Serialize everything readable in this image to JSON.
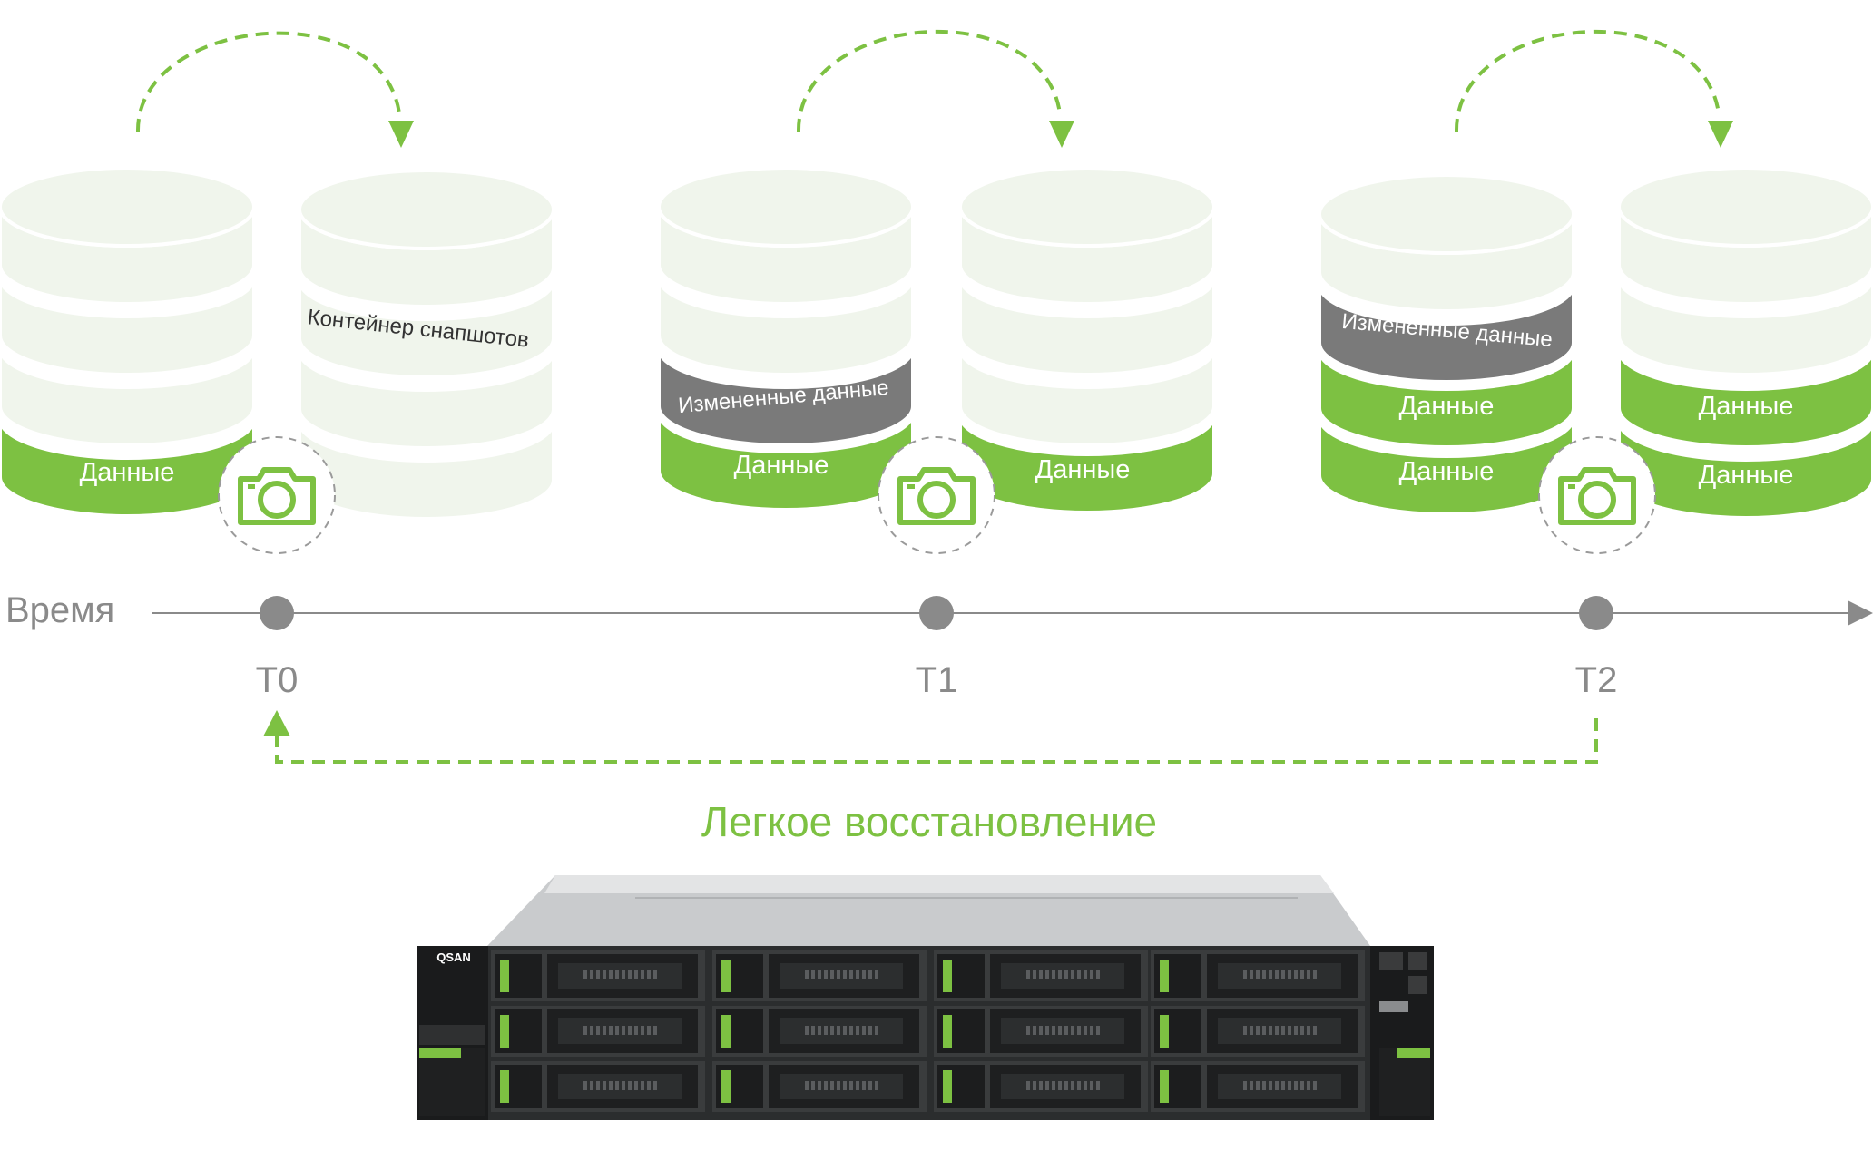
{
  "colors": {
    "green": "#7dc142",
    "light_green": "#f0f5ec",
    "gray_band": "#7a7a7a",
    "axis": "#8a8a8a",
    "dashed_circle": "#9a9a9a"
  },
  "icons": [
    "camera-icon",
    "dashed-arc-arrow",
    "server-rack"
  ],
  "labels": {
    "data": "Данные",
    "changed_data": "Измененные данные",
    "snapshot_container": "Контейнер снапшотов"
  },
  "timeline": {
    "axis_label": "Время",
    "points": [
      "T0",
      "T1",
      "T2"
    ]
  },
  "restore": {
    "label": "Легкое восстановление"
  },
  "server": {
    "brand": "QSAN"
  }
}
